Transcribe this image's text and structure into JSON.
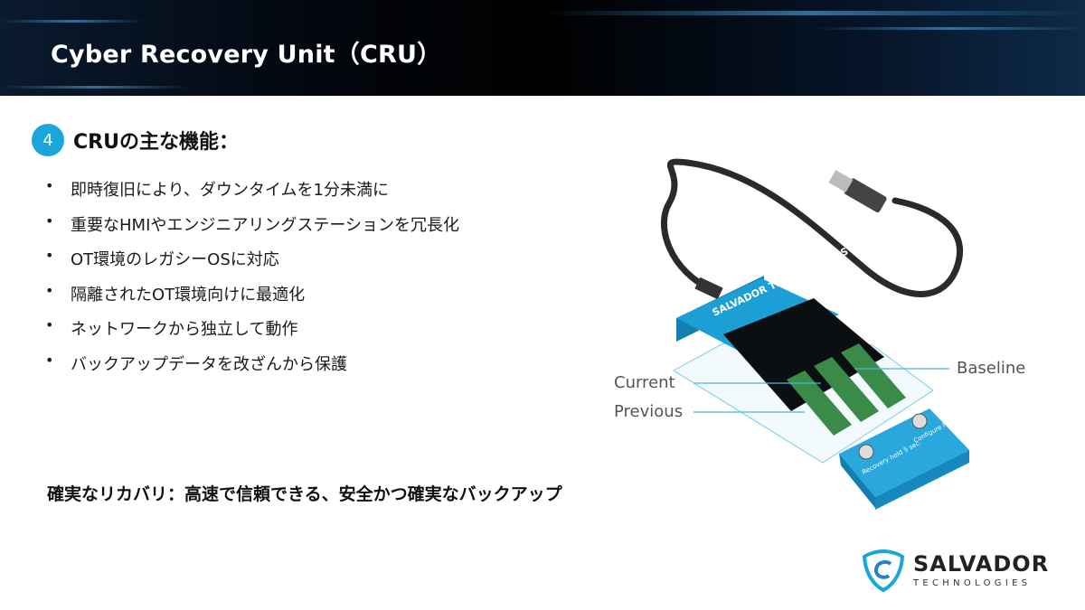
{
  "header": {
    "title": "Cyber Recovery Unit（CRU）"
  },
  "section": {
    "number": "4",
    "title": "CRUの主な機能："
  },
  "features": [
    "即時復旧により、ダウンタイムを1分未満に",
    "重要なHMIやエンジニアリングステーションを冗長化",
    "OT環境のレガシーOSに対応",
    "隔離されたOT環境向けに最適化",
    "ネットワークから独立して動作",
    "バックアップデータを改ざんから保護"
  ],
  "bullet": "•",
  "summary": "確実なリカバリ：高速で信頼できる、安全かつ確実なバックアップ",
  "device": {
    "labels": {
      "current": "Current",
      "previous": "Previous",
      "baseline": "Baseline"
    },
    "brand": "SALVADOR TECHNOLOGIES",
    "buttons": [
      "Recovery hold 5 sec.",
      "Configure hold 5 sec."
    ]
  },
  "logo": {
    "name": "SALVADOR",
    "sub": "TECHNOLOGIES"
  },
  "colors": {
    "accent": "#1aa6dc",
    "device_blue": "#1b9fd4"
  }
}
